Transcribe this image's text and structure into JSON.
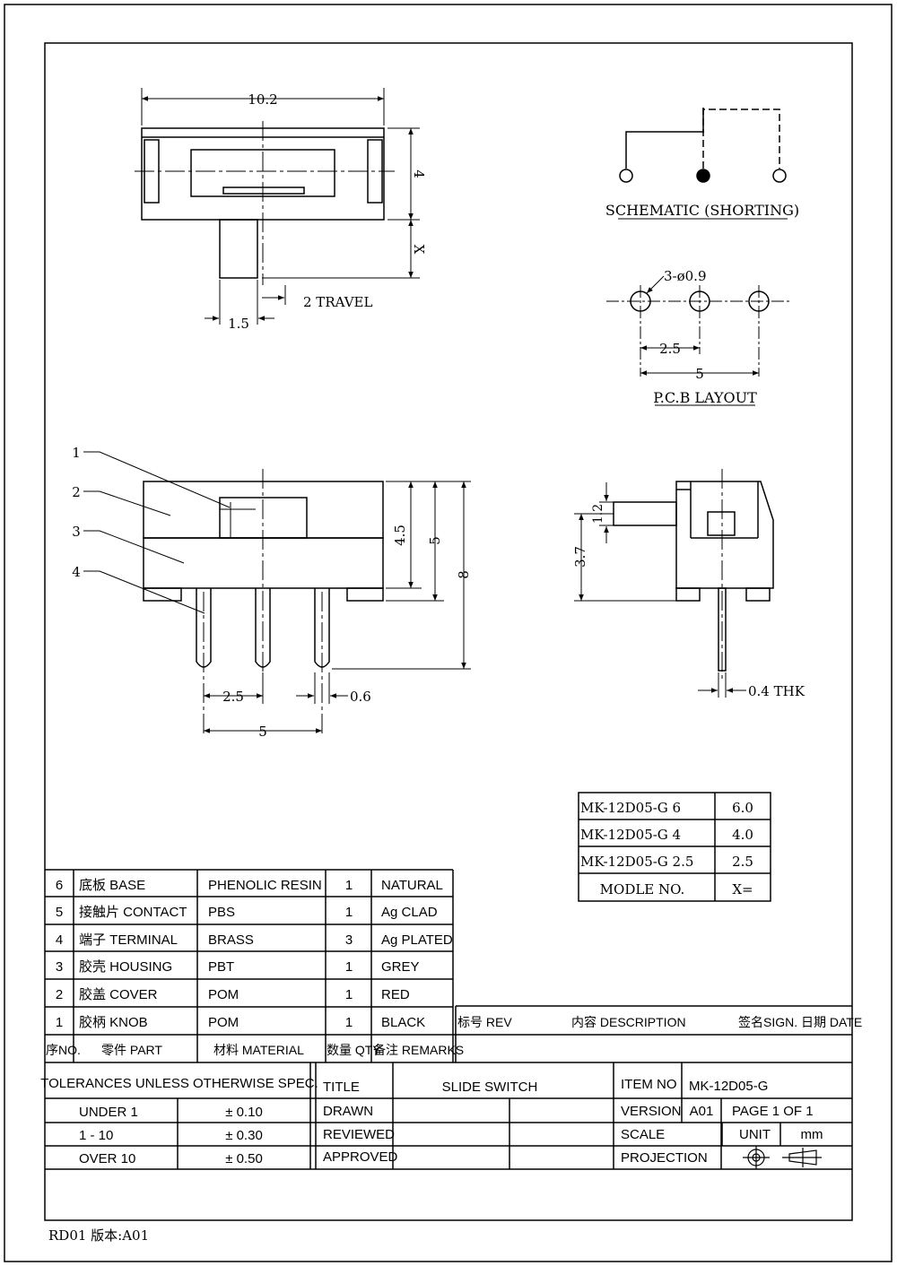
{
  "top_view": {
    "dim_width": "10.2",
    "dim_height": "4",
    "dim_x": "X",
    "dim_travel": "2  TRAVEL",
    "dim_knob": "1.5"
  },
  "schematic": {
    "caption": "SCHEMATIC (SHORTING)"
  },
  "pcb_layout": {
    "hole_note": "3-ø0.9",
    "dim_pitch": "2.5",
    "dim_span": "5",
    "caption": "P.C.B  LAYOUT"
  },
  "front_view": {
    "callouts": [
      "1",
      "2",
      "3",
      "4"
    ],
    "dim_h1": "4.5",
    "dim_h2": "5",
    "dim_h3": "8",
    "dim_pitch": "2.5",
    "dim_pin": "0.6",
    "dim_span": "5"
  },
  "side_view": {
    "dim_knob": "1.2",
    "dim_height": "3.7",
    "dim_thk": "0.4  THK"
  },
  "model_table": {
    "rows": [
      {
        "model": "MK-12D05-G  6",
        "x": "6.0"
      },
      {
        "model": "MK-12D05-G  4",
        "x": "4.0"
      },
      {
        "model": "MK-12D05-G  2.5",
        "x": "2.5"
      }
    ],
    "footer_model": "MODLE  NO.",
    "footer_x": "X="
  },
  "bom": {
    "rows": [
      {
        "no": "6",
        "part": "底板   BASE",
        "material": "PHENOLIC RESIN",
        "qty": "1",
        "remarks": "NATURAL"
      },
      {
        "no": "5",
        "part": "接触片 CONTACT",
        "material": "PBS",
        "qty": "1",
        "remarks": "Ag  CLAD"
      },
      {
        "no": "4",
        "part": "端子   TERMINAL",
        "material": "BRASS",
        "qty": "3",
        "remarks": "Ag  PLATED"
      },
      {
        "no": "3",
        "part": "胶壳    HOUSING",
        "material": "PBT",
        "qty": "1",
        "remarks": "GREY"
      },
      {
        "no": "2",
        "part": "胶盖    COVER",
        "material": "POM",
        "qty": "1",
        "remarks": "RED"
      },
      {
        "no": "1",
        "part": "胶柄    KNOB",
        "material": "POM",
        "qty": "1",
        "remarks": "BLACK"
      }
    ],
    "header": {
      "no": "序NO.",
      "part": "零件 PART",
      "material": "材料 MATERIAL",
      "qty": "数量 QTY",
      "remarks": "备注  REMARKS"
    }
  },
  "revision": {
    "rev": "标号 REV",
    "description": "内容   DESCRIPTION",
    "sign": "签名SIGN.  日期  DATE"
  },
  "tolerances": {
    "title": "TOLERANCES  UNLESS  OTHERWISE  SPEC.",
    "rows": [
      {
        "range": "UNDER   1",
        "tol": "± 0.10"
      },
      {
        "range": "1  -  10",
        "tol": "± 0.30"
      },
      {
        "range": "OVER   10",
        "tol": "± 0.50"
      }
    ]
  },
  "title_block": {
    "title_label": "TITLE",
    "title_value": "SLIDE  SWITCH",
    "drawn_label": "DRAWN",
    "reviewed_label": "REVIEWED",
    "approved_label": "APPROVED",
    "item_no_label": "ITEM  NO",
    "item_no_value": "MK-12D05-G",
    "version_label": "VERSION",
    "version_value": "A01",
    "page_text": "PAGE   1    OF    1",
    "scale_label": "SCALE",
    "unit_label": "UNIT",
    "unit_value": "mm",
    "projection_label": "PROJECTION"
  },
  "footer": {
    "doc_id": "RD01  版本:A01"
  }
}
